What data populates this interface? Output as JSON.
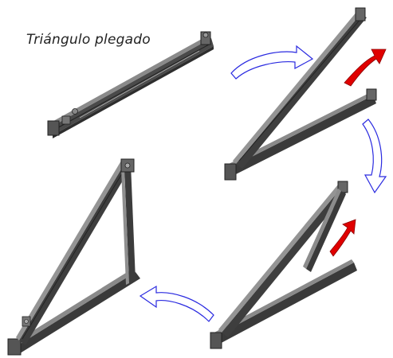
{
  "caption": "Triángulo plegado",
  "colors": {
    "background": "#ffffff",
    "rail_dark": "#3a3a3a",
    "rail_mid": "#6b6b6b",
    "rail_light": "#9a9a9a",
    "flow_arrow_stroke": "#2a2ae0",
    "flow_arrow_fill": "#ffffff",
    "motion_arrow": "#e00000",
    "motion_arrow_edge": "#8a0000"
  },
  "steps": [
    {
      "id": 1,
      "state": "folded"
    },
    {
      "id": 2,
      "state": "long-rail-raised"
    },
    {
      "id": 3,
      "state": "support-raised"
    },
    {
      "id": 4,
      "state": "assembled"
    }
  ],
  "icons": [
    "curved-flow-arrow-icon",
    "red-rotation-arrow-icon"
  ]
}
